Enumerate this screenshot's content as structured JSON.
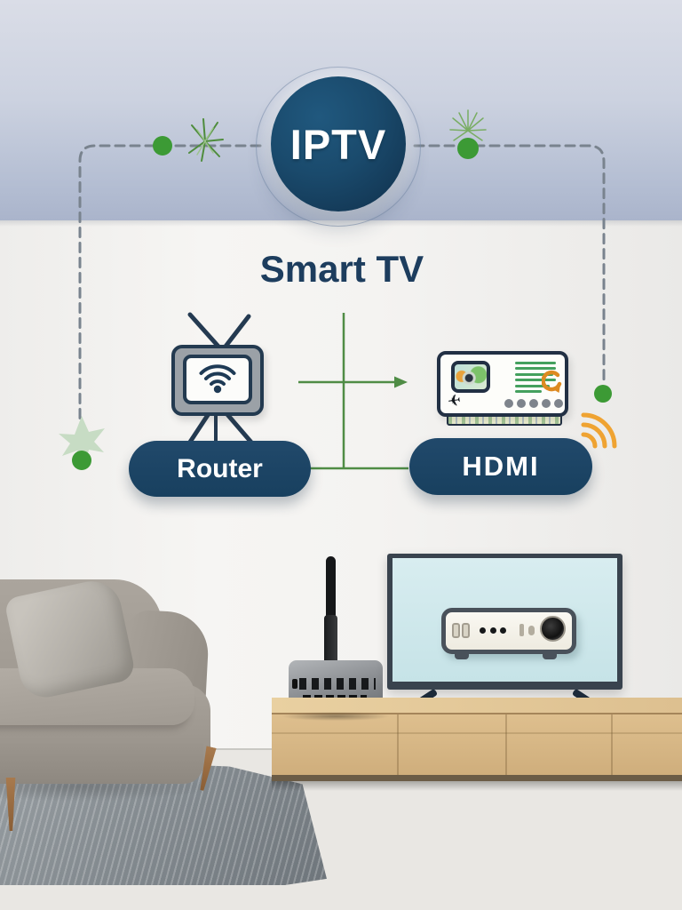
{
  "infographic": {
    "hub_label": "IPTV",
    "subtitle": "Smart TV",
    "router_label": "Router",
    "hdmi_label": "HDMI"
  },
  "icons": {
    "smart_tv": "smart-tv-wifi-icon",
    "wifi_in_tv": "wifi-icon",
    "set_top_box": "set-top-box-icon",
    "wifi_signal": "orange-wifi-signal-icon",
    "leaf_left": "leaf-sprig-icon",
    "leaf_right": "starburst-sprig-icon",
    "node_dots": "green-node-dot",
    "starburst": "pale-green-starburst"
  },
  "colors": {
    "navy_circle": "#1a4a6c",
    "navy_pill": "#1c4260",
    "navy_text": "#1d3d5e",
    "green_connector": "#4f8c45",
    "green_dot": "#3c9a35",
    "orange_signal": "#efa332",
    "sky_top": "#dadde7",
    "sky_bottom": "#aab4cb",
    "wall": "#f2f2f0",
    "wood_console": "#dcbd8c"
  },
  "scene": {
    "items": [
      "armchair",
      "cushion-pillow",
      "area-rug",
      "wood-plank-floor",
      "media-console",
      "wifi-router-with-antenna",
      "flat-screen-tv",
      "set-top-box-on-tv-screen"
    ]
  }
}
